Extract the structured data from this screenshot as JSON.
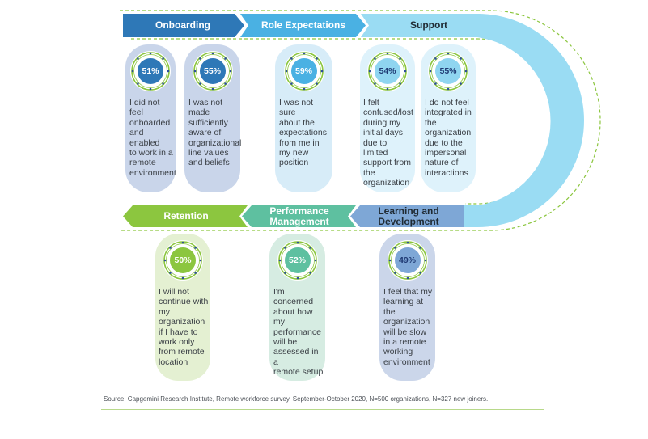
{
  "stages": [
    {
      "id": "onboarding",
      "label": "Onboarding",
      "fill": "#2e78b7",
      "text_color": "#ffffff"
    },
    {
      "id": "role",
      "label": "Role Expectations",
      "fill": "#4ab1e3",
      "text_color": "#ffffff"
    },
    {
      "id": "support",
      "label": "Support",
      "fill": "#9adcf3",
      "text_color": "#1f2a33"
    },
    {
      "id": "learning",
      "label": "Learning and\nDevelopment",
      "fill": "#7ea7d6",
      "text_color": "#1f2a33"
    },
    {
      "id": "performance",
      "label": "Performance\nManagement",
      "fill": "#5ec0a0",
      "text_color": "#ffffff"
    },
    {
      "id": "retention",
      "label": "Retention",
      "fill": "#8cc63f",
      "text_color": "#ffffff"
    }
  ],
  "stats": [
    {
      "stage": "onboarding",
      "percent": "51%",
      "value": 51,
      "text": "I did not feel\nonboarded\nand enabled\nto work in a\nremote\nenvironment",
      "card_color": "#c9d5ea",
      "circle_color": "#2e78b7"
    },
    {
      "stage": "onboarding",
      "percent": "55%",
      "value": 55,
      "text": "I was not\nmade\nsufficiently\naware of\norganizational\nline values\nand beliefs",
      "card_color": "#c9d5ea",
      "circle_color": "#2e78b7"
    },
    {
      "stage": "role",
      "percent": "59%",
      "value": 59,
      "text": "I was not sure\nabout the\nexpectations\nfrom me in\nmy new\nposition",
      "card_color": "#d7ecf8",
      "circle_color": "#4ab1e3"
    },
    {
      "stage": "support",
      "percent": "54%",
      "value": 54,
      "text": "I felt\nconfused/lost\nduring my\ninitial days\ndue to\nlimited\nsupport from\nthe\norganization",
      "card_color": "#def2fb",
      "circle_color": "#8fd5f0"
    },
    {
      "stage": "support",
      "percent": "55%",
      "value": 55,
      "text": "I do not feel\nintegrated in\nthe\norganization\ndue to the\nimpersonal\nnature of\ninteractions",
      "card_color": "#def2fb",
      "circle_color": "#8fd5f0"
    },
    {
      "stage": "retention",
      "percent": "50%",
      "value": 50,
      "text": "I will not\ncontinue with\nmy\norganization\nif I have to\nwork only\nfrom remote\nlocation",
      "card_color": "#e4f0d2",
      "circle_color": "#8cc63f"
    },
    {
      "stage": "performance",
      "percent": "52%",
      "value": 52,
      "text": "I'm\nconcerned\nabout how\nmy\nperformance\nwill be\nassessed in a\nremote setup",
      "card_color": "#d6ece2",
      "circle_color": "#5ec0a0"
    },
    {
      "stage": "learning",
      "percent": "49%",
      "value": 49,
      "text": "I feel that my\nlearning at\nthe\norganization\nwill be slow\nin a remote\nworking\nenvironment",
      "card_color": "#cbd6ea",
      "circle_color": "#7ea7d6"
    }
  ],
  "source": "Source: Capgemini Research Institute, Remote workforce survey, September-October 2020, N=500 organizations, N=327 new joiners.",
  "colors": {
    "dashed_border": "#8cc63f",
    "dial_ring": "#8cc63f",
    "dial_ticks": "#2e4f9a",
    "track_curve": "#9adcf3"
  }
}
